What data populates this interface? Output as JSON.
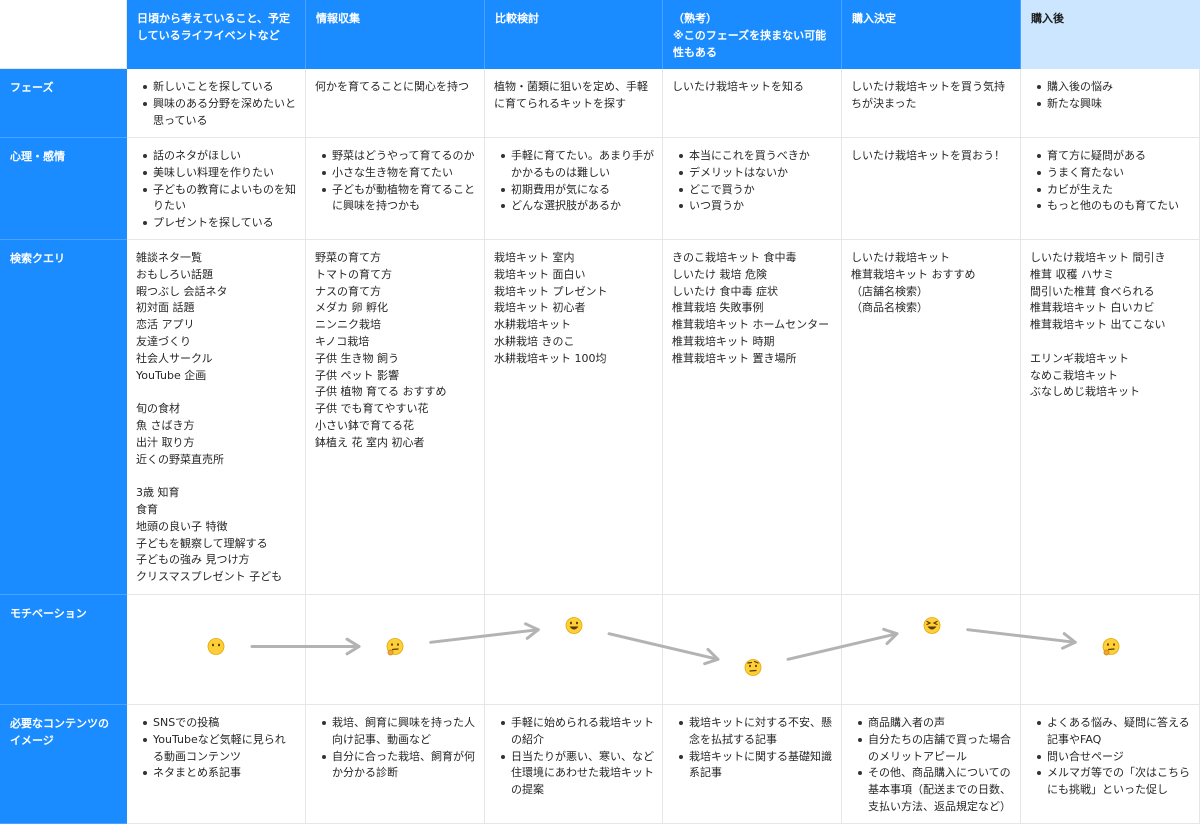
{
  "corner": "",
  "stages": [
    {
      "lines": [
        "日頃から考えていること、予定",
        "しているライフイベントなど"
      ]
    },
    {
      "lines": [
        "情報収集"
      ]
    },
    {
      "lines": [
        "比較検討"
      ]
    },
    {
      "lines": [
        "（熟考）",
        "※このフェーズを挟まない可能",
        "性もある"
      ]
    },
    {
      "lines": [
        "購入決定"
      ]
    },
    {
      "lines": [
        "購入後"
      ]
    }
  ],
  "rows": [
    {
      "label": [
        "フェーズ"
      ],
      "cells": [
        [
          {
            "t": "新しいことを探している",
            "b": true
          },
          {
            "t": "興味のある分野を深めたいと",
            "b": true
          },
          {
            "t": "思っている",
            "c": true
          }
        ],
        [
          {
            "t": "何かを育てることに関心を持つ"
          }
        ],
        [
          {
            "t": "植物・菌類に狙いを定め、手軽"
          },
          {
            "t": "に育てられるキットを探す"
          }
        ],
        [
          {
            "t": "しいたけ栽培キットを知る"
          }
        ],
        [
          {
            "t": "しいたけ栽培キットを買う気持"
          },
          {
            "t": "ちが決まった"
          }
        ],
        [
          {
            "t": "購入後の悩み",
            "b": true
          },
          {
            "t": "新たな興味",
            "b": true
          }
        ]
      ]
    },
    {
      "label": [
        "心理・感情"
      ],
      "cells": [
        [
          {
            "t": "話のネタがほしい",
            "b": true
          },
          {
            "t": "美味しい料理を作りたい",
            "b": true
          },
          {
            "t": "子どもの教育によいものを知",
            "b": true
          },
          {
            "t": "りたい",
            "c": true
          },
          {
            "t": "プレゼントを探している",
            "b": true
          }
        ],
        [
          {
            "t": "野菜はどうやって育てるのか",
            "b": true
          },
          {
            "t": "小さな生き物を育てたい",
            "b": true
          },
          {
            "t": "子どもが動植物を育てること",
            "b": true
          },
          {
            "t": "に興味を持つかも",
            "c": true
          }
        ],
        [
          {
            "t": "手軽に育てたい。あまり手が",
            "b": true
          },
          {
            "t": "かかるものは難しい",
            "c": true
          },
          {
            "t": "初期費用が気になる",
            "b": true
          },
          {
            "t": "どんな選択肢があるか",
            "b": true
          }
        ],
        [
          {
            "t": "本当にこれを買うべきか",
            "b": true
          },
          {
            "t": "デメリットはないか",
            "b": true
          },
          {
            "t": "どこで買うか",
            "b": true
          },
          {
            "t": "いつ買うか",
            "b": true
          }
        ],
        [
          {
            "t": "しいたけ栽培キットを買おう！"
          }
        ],
        [
          {
            "t": "育て方に疑問がある",
            "b": true
          },
          {
            "t": "うまく育たない",
            "b": true
          },
          {
            "t": "カビが生えた",
            "b": true
          },
          {
            "t": "もっと他のものも育てたい",
            "b": true
          }
        ]
      ]
    },
    {
      "label": [
        "検索クエリ"
      ],
      "cells": [
        [
          {
            "t": "雑談ネタ一覧"
          },
          {
            "t": "おもしろい話題"
          },
          {
            "t": "暇つぶし 会話ネタ"
          },
          {
            "t": "初対面 話題"
          },
          {
            "t": "恋活 アプリ"
          },
          {
            "t": "友達づくり"
          },
          {
            "t": "社会人サークル"
          },
          {
            "t": "YouTube 企画"
          },
          {
            "t": ""
          },
          {
            "t": "旬の食材"
          },
          {
            "t": "魚 さばき方"
          },
          {
            "t": "出汁 取り方"
          },
          {
            "t": "近くの野菜直売所"
          },
          {
            "t": ""
          },
          {
            "t": "3歳 知育"
          },
          {
            "t": "食育"
          },
          {
            "t": "地頭の良い子 特徴"
          },
          {
            "t": "子どもを観察して理解する"
          },
          {
            "t": "子どもの強み 見つけ方"
          },
          {
            "t": "クリスマスプレゼント 子ども"
          }
        ],
        [
          {
            "t": "野菜の育て方"
          },
          {
            "t": "トマトの育て方"
          },
          {
            "t": "ナスの育て方"
          },
          {
            "t": "メダカ 卵 孵化"
          },
          {
            "t": "ニンニク栽培"
          },
          {
            "t": "キノコ栽培"
          },
          {
            "t": "子供 生き物 飼う"
          },
          {
            "t": "子供 ペット 影響"
          },
          {
            "t": "子供 植物 育てる おすすめ"
          },
          {
            "t": "子供 でも育てやすい花"
          },
          {
            "t": "小さい鉢で育てる花"
          },
          {
            "t": "鉢植え 花 室内 初心者"
          }
        ],
        [
          {
            "t": "栽培キット 室内"
          },
          {
            "t": "栽培キット 面白い"
          },
          {
            "t": "栽培キット プレゼント"
          },
          {
            "t": "栽培キット 初心者"
          },
          {
            "t": "水耕栽培キット"
          },
          {
            "t": "水耕栽培 きのこ"
          },
          {
            "t": "水耕栽培キット 100均"
          }
        ],
        [
          {
            "t": "きのこ栽培キット 食中毒"
          },
          {
            "t": "しいたけ 栽培 危険"
          },
          {
            "t": "しいたけ 食中毒 症状"
          },
          {
            "t": "椎茸栽培 失敗事例"
          },
          {
            "t": "椎茸栽培キット ホームセンター"
          },
          {
            "t": "椎茸栽培キット 時期"
          },
          {
            "t": "椎茸栽培キット 置き場所"
          }
        ],
        [
          {
            "t": "しいたけ栽培キット"
          },
          {
            "t": "椎茸栽培キット おすすめ"
          },
          {
            "t": "（店舗名検索）"
          },
          {
            "t": "（商品名検索）"
          }
        ],
        [
          {
            "t": "しいたけ栽培キット 間引き"
          },
          {
            "t": "椎茸 収穫 ハサミ"
          },
          {
            "t": "間引いた椎茸 食べられる"
          },
          {
            "t": "椎茸栽培キット 白いカビ"
          },
          {
            "t": "椎茸栽培キット 出てこない"
          },
          {
            "t": ""
          },
          {
            "t": "エリンギ栽培キット"
          },
          {
            "t": "なめこ栽培キット"
          },
          {
            "t": "ぶなしめじ栽培キット"
          }
        ]
      ]
    },
    {
      "label": [
        "モチベーション"
      ],
      "cells": [
        [],
        [],
        [],
        [],
        [],
        []
      ]
    },
    {
      "label": [
        "必要なコンテンツの",
        "イメージ"
      ],
      "cells": [
        [
          {
            "t": "SNSでの投稿",
            "b": true
          },
          {
            "t": "YouTubeなど気軽に見られ",
            "b": true
          },
          {
            "t": "る動画コンテンツ",
            "c": true
          },
          {
            "t": "ネタまとめ系記事",
            "b": true
          }
        ],
        [
          {
            "t": "栽培、飼育に興味を持った人",
            "b": true
          },
          {
            "t": "向け記事、動画など",
            "c": true
          },
          {
            "t": "自分に合った栽培、飼育が何",
            "b": true
          },
          {
            "t": "か分かる診断",
            "c": true
          }
        ],
        [
          {
            "t": "手軽に始められる栽培キット",
            "b": true
          },
          {
            "t": "の紹介",
            "c": true
          },
          {
            "t": "日当たりが悪い、寒い、など",
            "b": true
          },
          {
            "t": "住環境にあわせた栽培キット",
            "c": true
          },
          {
            "t": "の提案",
            "c": true
          }
        ],
        [
          {
            "t": "栽培キットに対する不安、懸",
            "b": true
          },
          {
            "t": "念を払拭する記事",
            "c": true
          },
          {
            "t": "栽培キットに関する基礎知識",
            "b": true
          },
          {
            "t": "系記事",
            "c": true
          }
        ],
        [
          {
            "t": "商品購入者の声",
            "b": true
          },
          {
            "t": "自分たちの店舗で買った場合",
            "b": true
          },
          {
            "t": "のメリットアピール",
            "c": true
          },
          {
            "t": "その他、商品購入についての",
            "b": true
          },
          {
            "t": "基本事項（配送までの日数、",
            "c": true
          },
          {
            "t": "支払い方法、返品規定など）",
            "c": true
          }
        ],
        [
          {
            "t": "よくある悩み、疑問に答える",
            "b": true
          },
          {
            "t": "記事やFAQ",
            "c": true
          },
          {
            "t": "問い合せページ",
            "b": true
          },
          {
            "t": "メルマガ等での「次はこちら",
            "b": true
          },
          {
            "t": "にも挑戦」といった促し",
            "c": true
          }
        ]
      ]
    }
  ],
  "motivation": {
    "faces": [
      {
        "icon": "neutral-face-icon",
        "level": 0.55
      },
      {
        "icon": "thinking-face-icon",
        "level": 0.55
      },
      {
        "icon": "grinning-face-icon",
        "level": 0.85
      },
      {
        "icon": "raised-eyebrow-face-icon",
        "level": 0.25
      },
      {
        "icon": "laughing-face-icon",
        "level": 0.85
      },
      {
        "icon": "thinking-face-icon",
        "level": 0.55
      }
    ]
  },
  "colors": {
    "header_blue": "#1a8cff",
    "header_last": "#cde6ff",
    "arrow_gray": "#b3b3b3",
    "face_yellow": "#ffcf3a"
  }
}
